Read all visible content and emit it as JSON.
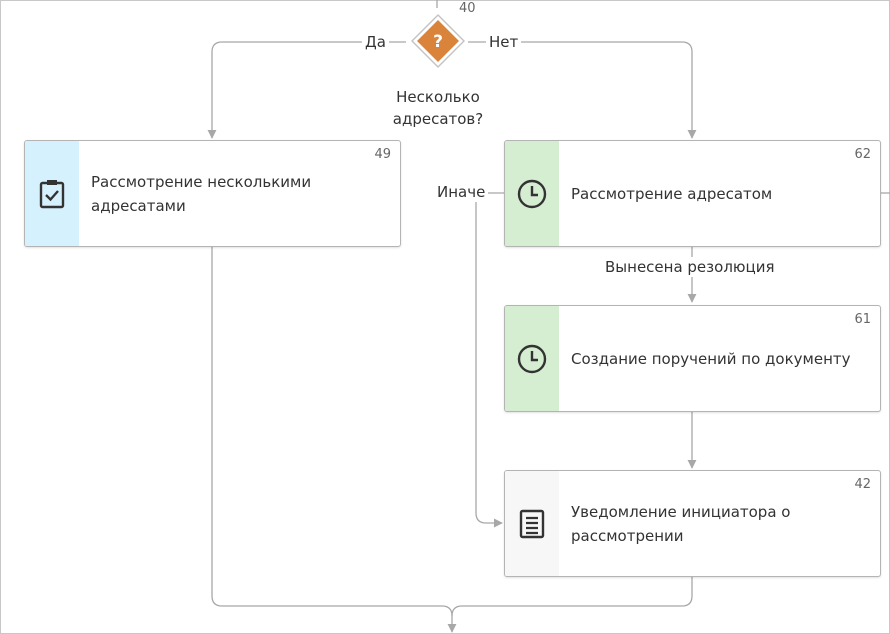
{
  "gateway": {
    "number": "40",
    "question": "Несколько адресатов?",
    "symbol": "?",
    "color": "#D9843A"
  },
  "edges": {
    "yes": "Да",
    "no": "Нет",
    "otherwise": "Иначе",
    "resolution": "Вынесена резолюция"
  },
  "nodes": [
    {
      "number": "49",
      "title": "Рассмотрение несколькими адресатами",
      "icon": "task-check-icon",
      "strip_color": "#D6F1FE"
    },
    {
      "number": "62",
      "title": "Рассмотрение адресатом",
      "icon": "clock-icon",
      "strip_color": "#D5EDD1"
    },
    {
      "number": "61",
      "title": "Создание поручений по документу",
      "icon": "clock-icon",
      "strip_color": "#D5EDD1"
    },
    {
      "number": "42",
      "title": "Уведомление инициатора о рассмотрении",
      "icon": "document-icon",
      "strip_color": "#F7F7F7"
    }
  ]
}
